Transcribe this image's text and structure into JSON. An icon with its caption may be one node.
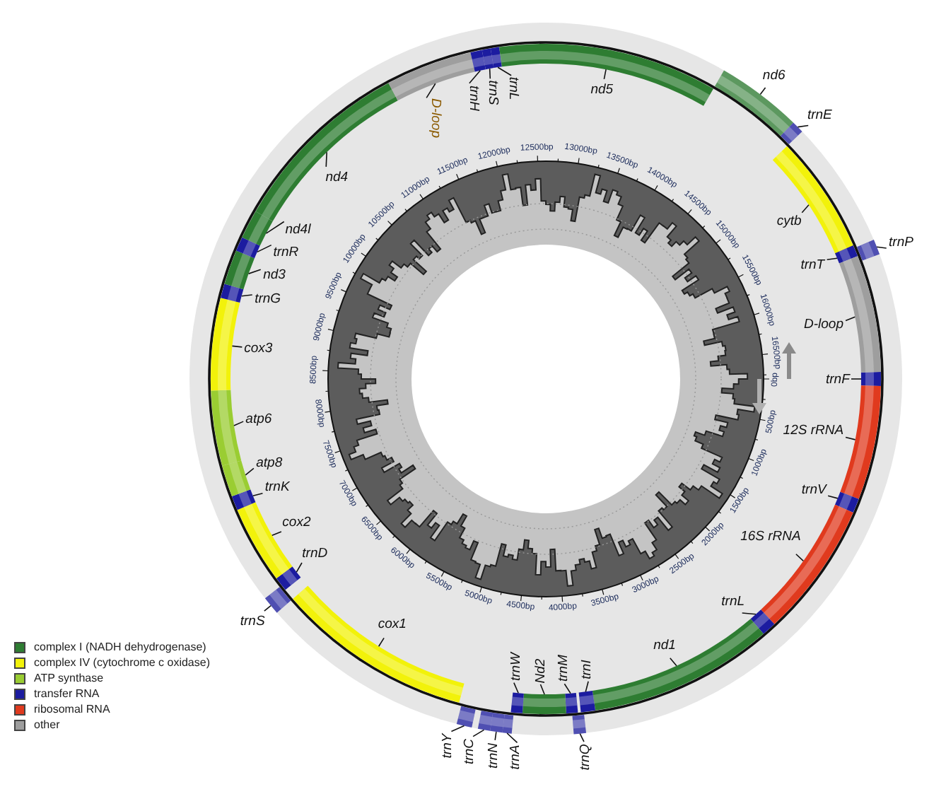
{
  "diagram": {
    "nodes": [
      {
        "text": [
          "trnF"
        ]
      },
      {
        "text": [
          "12S rRNA"
        ]
      },
      {
        "text": [
          "trnV"
        ]
      },
      {
        "text": [
          "16S rRNA"
        ]
      },
      {
        "text": [
          "trnL"
        ]
      },
      {
        "text": [
          "nd1"
        ]
      },
      {
        "text": [
          "trnI"
        ]
      },
      {
        "text": [
          "trnQ"
        ]
      },
      {
        "text": [
          "trnM"
        ]
      },
      {
        "text": [
          "Nd2"
        ]
      },
      {
        "text": [
          "trnW"
        ]
      },
      {
        "text": [
          "trnA"
        ]
      },
      {
        "text": [
          "trnN"
        ]
      },
      {
        "text": [
          "trnC"
        ]
      },
      {
        "text": [
          "trnY"
        ]
      },
      {
        "text": [
          "cox1"
        ]
      },
      {
        "text": [
          "trnS"
        ]
      },
      {
        "text": [
          "trnD"
        ]
      },
      {
        "text": [
          "cox2"
        ]
      },
      {
        "text": [
          "trnK"
        ]
      },
      {
        "text": [
          "atp8"
        ]
      },
      {
        "text": [
          "atp6"
        ]
      },
      {
        "text": [
          "cox3"
        ]
      },
      {
        "text": [
          "trnG"
        ]
      },
      {
        "text": [
          "nd3"
        ]
      },
      {
        "text": [
          "trnR"
        ]
      },
      {
        "text": [
          "nd4l"
        ]
      },
      {
        "text": [
          "nd4"
        ]
      },
      {
        "text": [
          "D-loop"
        ]
      },
      {
        "text": [
          "trnH"
        ]
      },
      {
        "text": [
          "trnS"
        ]
      },
      {
        "text": [
          "trnL"
        ]
      },
      {
        "text": [
          "nd5"
        ]
      },
      {
        "text": [
          "nd6"
        ]
      },
      {
        "text": [
          "trnE"
        ]
      },
      {
        "text": [
          "cytb"
        ]
      },
      {
        "text": [
          "trnP"
        ]
      },
      {
        "text": [
          "trnT"
        ]
      },
      {
        "text": [
          "D-loop"
        ]
      }
    ],
    "labels": [
      "0bp",
      "500bp",
      "1000bp",
      "1500bp",
      "2000bp",
      "2500bp",
      "3000bp",
      "3500bp",
      "4000bp",
      "4500bp",
      "5000bp",
      "5500bp",
      "6000bp",
      "6500bp",
      "7000bp",
      "7500bp",
      "8000bp",
      "8500bp",
      "9000bp",
      "9500bp",
      "10000bp",
      "10500bp",
      "11000bp",
      "11500bp",
      "12000bp",
      "12500bp",
      "13000bp",
      "13500bp",
      "14000bp",
      "14500bp",
      "15000bp",
      "15500bp",
      "16000bp",
      "16500bp"
    ],
    "legend": [
      {
        "text": "complex I (NADH dehydrogenase)",
        "color": "#2e7d32"
      },
      {
        "text": "complex IV (cytochrome c oxidase)",
        "color": "#f2f20a"
      },
      {
        "text": "ATP synthase",
        "color": "#9acd32"
      },
      {
        "text": "transfer RNA",
        "color": "#1c1ca0"
      },
      {
        "text": "ribosomal RNA",
        "color": "#e03a1e"
      },
      {
        "text": "other",
        "color": "#9e9e9e"
      }
    ]
  }
}
